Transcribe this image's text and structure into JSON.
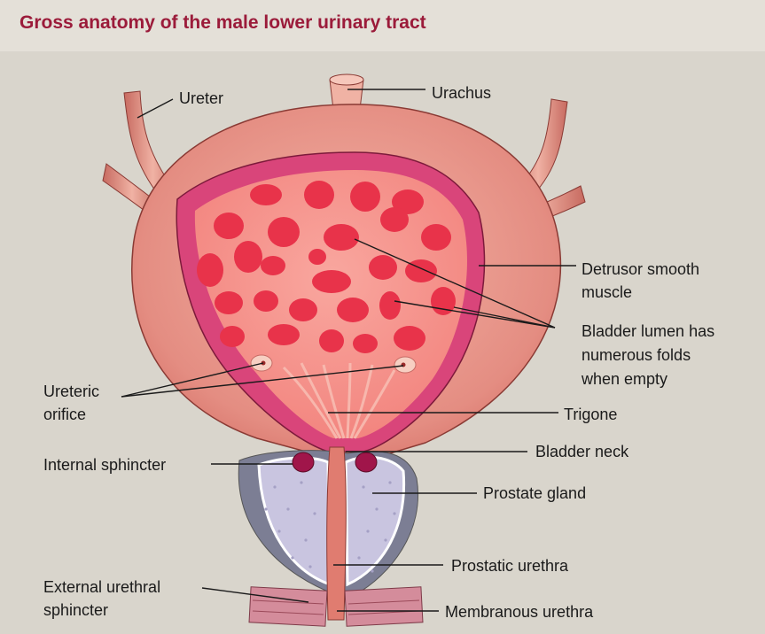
{
  "title": "Gross anatomy of the male lower urinary tract",
  "labels": {
    "ureter": "Ureter",
    "urachus": "Urachus",
    "detrusor_line1": "Detrusor  smooth",
    "detrusor_line2": "muscle",
    "lumen_line1": "Bladder  lumen  has",
    "lumen_line2": "numerous  folds",
    "lumen_line3": "when  empty",
    "ureteric_line1": "Ureteric",
    "ureteric_line2": "orifice",
    "trigone": "Trigone",
    "bladder_neck": "Bladder  neck",
    "internal_sphincter": "Internal  sphincter",
    "prostate_gland": "Prostate  gland",
    "prostatic_urethra": "Prostatic  urethra",
    "external_line1": "External  urethral",
    "external_line2": "sphincter",
    "membranous_urethra": "Membranous  urethra"
  },
  "colors": {
    "title": "#9b1b3a",
    "bladder_outer": "#e8958a",
    "bladder_wall_band": "#d9457a",
    "lumen": "#f07a78",
    "fold": "#e8334a",
    "prostate": "#c9c5e0",
    "prostate_capsule": "#7c7e94",
    "sphincter": "#a0154a"
  }
}
